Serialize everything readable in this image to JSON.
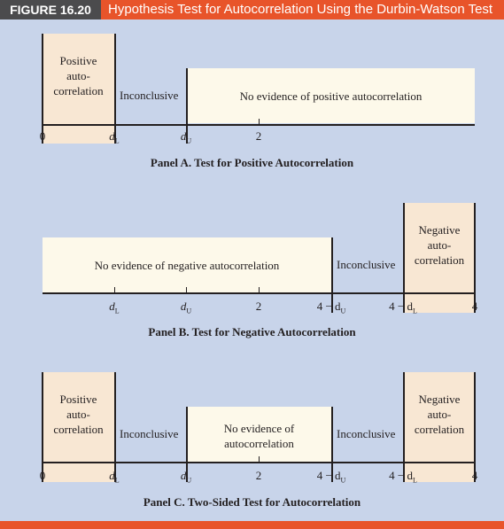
{
  "figure": {
    "label": "FIGURE 16.20",
    "title": "Hypothesis Test for Autocorrelation Using the Durbin-Watson Test"
  },
  "panels": {
    "a": {
      "caption": "Panel A.  Test for Positive Autocorrelation",
      "positive": [
        "Positive",
        "auto-",
        "correlation"
      ],
      "inconclusive": "Inconclusive",
      "no_evidence": "No evidence of positive autocorrelation",
      "ticks": [
        "0",
        "d",
        "L",
        "d",
        "U",
        "2"
      ]
    },
    "b": {
      "caption": "Panel B.  Test for Negative Autocorrelation",
      "no_evidence": "No evidence of negative autocorrelation",
      "inconclusive": "Inconclusive",
      "negative": [
        "Negative",
        "auto-",
        "correlation"
      ],
      "ticks": [
        "d",
        "L",
        "d",
        "U",
        "2",
        "4 − d",
        "U",
        "4 − d",
        "L",
        "4"
      ]
    },
    "c": {
      "caption": "Panel C.  Two-Sided Test for Autocorrelation",
      "positive": [
        "Positive",
        "auto-",
        "correlation"
      ],
      "inconclusive_left": "Inconclusive",
      "no_evidence": [
        "No evidence of",
        "autocorrelation"
      ],
      "inconclusive_right": "Inconclusive",
      "negative": [
        "Negative",
        "auto-",
        "correlation"
      ],
      "ticks": [
        "0",
        "d",
        "L",
        "d",
        "U",
        "2",
        "4 − d",
        "U",
        "4 − d",
        "L",
        "4"
      ]
    }
  },
  "colors": {
    "header_bar": "#e8542a",
    "label_box": "#4b4b4d",
    "background": "#c8d4ea",
    "autocorrelation_region": "#f8e7d3",
    "no_evidence_region": "#fdf9ea"
  }
}
